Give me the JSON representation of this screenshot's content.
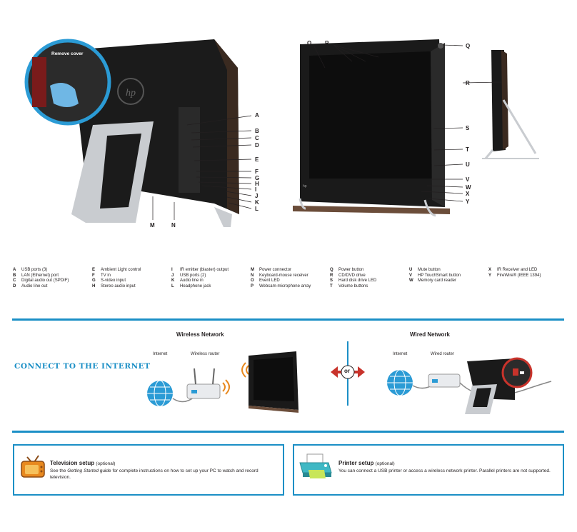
{
  "callouts": {
    "A": "A",
    "B": "B",
    "C": "C",
    "D": "D",
    "E": "E",
    "F": "F",
    "G": "G",
    "H": "H",
    "I": "I",
    "J": "J",
    "K": "K",
    "L": "L",
    "M": "M",
    "N": "N",
    "O": "O",
    "P": "P",
    "Q": "Q",
    "R": "R",
    "S": "S",
    "T": "T",
    "U": "U",
    "V": "V",
    "W": "W",
    "X": "X",
    "Y": "Y"
  },
  "remove_cover_label": "Remove cover",
  "legend": [
    [
      {
        "k": "A",
        "v": "USB ports (3)"
      },
      {
        "k": "B",
        "v": "LAN (Ethernet) port"
      },
      {
        "k": "C",
        "v": "Digital audio out (SPDIF)"
      },
      {
        "k": "D",
        "v": "Audio line out"
      }
    ],
    [
      {
        "k": "E",
        "v": "Ambient Light control"
      },
      {
        "k": "F",
        "v": "TV in"
      },
      {
        "k": "G",
        "v": "S-video input"
      },
      {
        "k": "H",
        "v": "Stereo audio input"
      }
    ],
    [
      {
        "k": "I",
        "v": "IR emitter (blaster) output"
      },
      {
        "k": "J",
        "v": "USB ports (2)"
      },
      {
        "k": "K",
        "v": "Audio line in"
      },
      {
        "k": "L",
        "v": "Headphone jack"
      }
    ],
    [
      {
        "k": "M",
        "v": "Power connector"
      },
      {
        "k": "N",
        "v": "Keyboard-mouse receiver"
      },
      {
        "k": "O",
        "v": "Event LED"
      },
      {
        "k": "P",
        "v": "Webcam-microphone array"
      }
    ],
    [
      {
        "k": "Q",
        "v": "Power button"
      },
      {
        "k": "R",
        "v": "CD/DVD drive"
      },
      {
        "k": "S",
        "v": "Hard disk drive LED"
      },
      {
        "k": "T",
        "v": "Volume buttons"
      }
    ],
    [
      {
        "k": "U",
        "v": "Mute button"
      },
      {
        "k": "V",
        "v": "HP TouchSmart button"
      },
      {
        "k": "W",
        "v": "Memory card reader"
      }
    ],
    [
      {
        "k": "X",
        "v": "IR Receiver and LED"
      },
      {
        "k": "Y",
        "v": "FireWire® (IEEE 1394)"
      }
    ]
  ],
  "connect": {
    "title": "CONNECT TO THE INTERNET",
    "wireless_title": "Wireless Network",
    "wired_title": "Wired Network",
    "internet": "Internet",
    "wireless_router": "Wireless router",
    "wired_router": "Wired router",
    "or": "or"
  },
  "tv": {
    "title": "Television setup",
    "optional": "(optional)",
    "text_pre": "See the ",
    "text_em": "Getting Started",
    "text_post": " guide for complete instructions on how to set up your PC to watch and record television."
  },
  "printer": {
    "title": "Printer setup",
    "optional": "(optional)",
    "text": "You can connect a USB printer or access a wireless network printer. Parallel printers are not supported."
  },
  "colors": {
    "accent": "#1b8fc6",
    "globe": "#2b9bd5",
    "arrow": "#c8332b",
    "tv_orange": "#e8891f",
    "printer_teal": "#3fb8c4"
  }
}
